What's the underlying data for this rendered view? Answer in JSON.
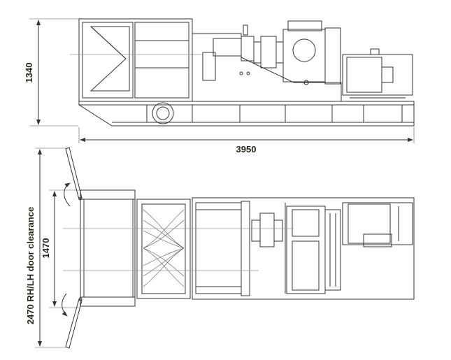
{
  "drawing": {
    "side_view": {
      "height_dimension": "1340",
      "length_dimension": "3950"
    },
    "top_view": {
      "width_dimension": "1470",
      "door_clearance_dimension": "2470 RH/LH door clearance"
    },
    "line_color": "#333333"
  }
}
